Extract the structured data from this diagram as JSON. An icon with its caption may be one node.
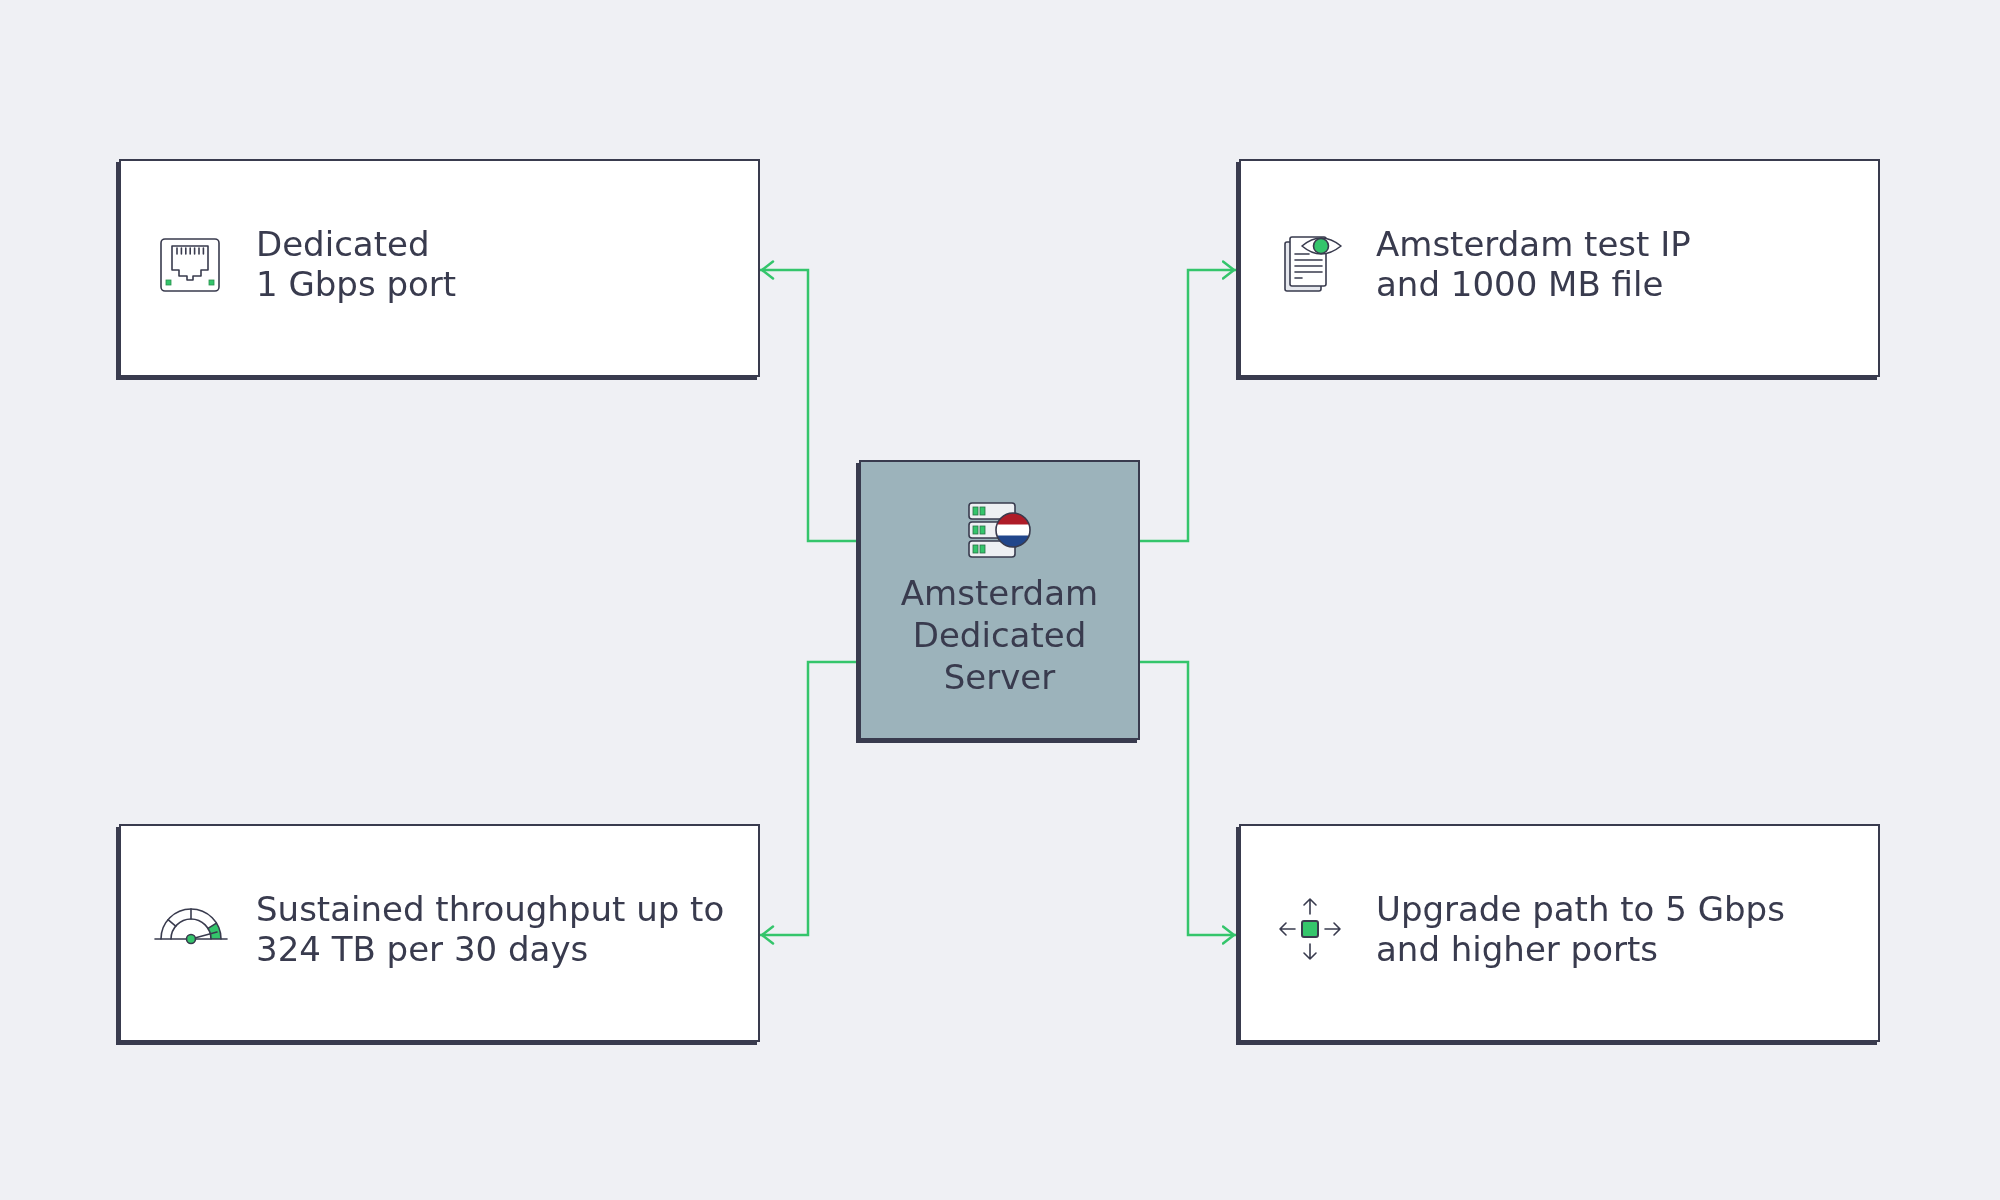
{
  "diagram": {
    "nodes": [
      {
        "text": [
          "Dedicated 1 Gbps port"
        ]
      },
      {
        "text": [
          "Amsterdam test IP and 1000 MB file"
        ]
      },
      {
        "text": [
          "Amsterdam Dedicated Server"
        ]
      },
      {
        "text": [
          "Sustained throughput up to 324 TB per 30 days"
        ]
      },
      {
        "text": [
          "Upgrade path to 5 Gbps and higher ports"
        ]
      }
    ],
    "edges": [
      {
        "from": 2,
        "to": 0,
        "arrow": "to"
      },
      {
        "from": 2,
        "to": 1,
        "arrow": "to"
      },
      {
        "from": 2,
        "to": 3,
        "arrow": "to"
      },
      {
        "from": 2,
        "to": 4,
        "arrow": "to"
      }
    ]
  }
}
